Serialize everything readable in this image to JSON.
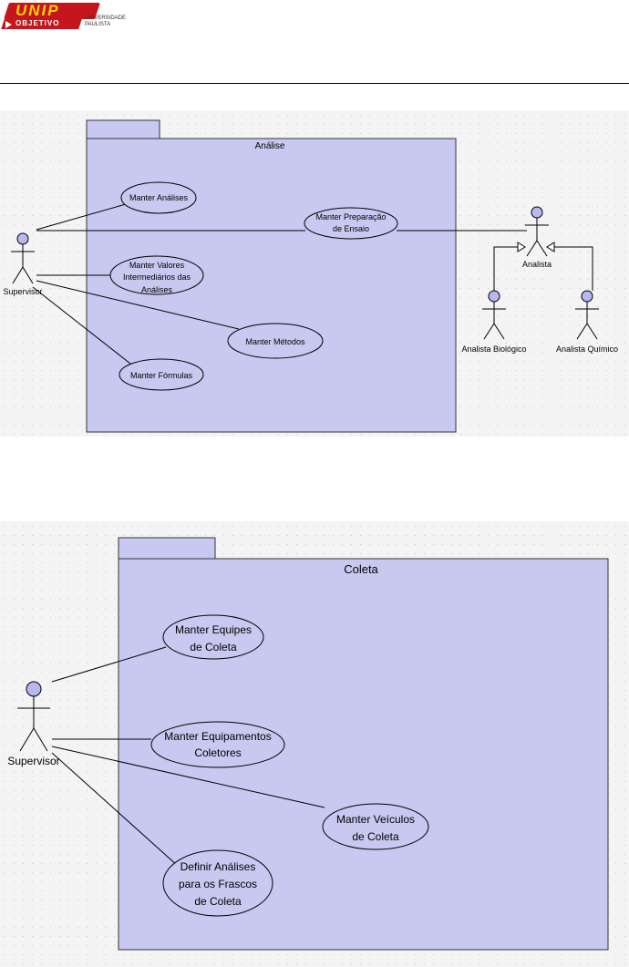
{
  "header": {
    "logo_main": "UNIP",
    "logo_bar": "OBJETIVO",
    "logo_sub_line1": "UNIVERSIDADE",
    "logo_sub_line2": "PAULISTA"
  },
  "diagram1": {
    "package_name": "Análise",
    "actors": {
      "supervisor": "Supervisor",
      "analista": "Analista",
      "analista_biologico": "Analista Biológico",
      "analista_quimico": "Analista Químico"
    },
    "use_cases": {
      "manter_analises": "Manter Análises",
      "manter_preparacao_l1": "Manter Preparação",
      "manter_preparacao_l2": "de Ensaio",
      "manter_valores_l1": "Manter Valores",
      "manter_valores_l2": "Intermediários das",
      "manter_valores_l3": "Análises",
      "manter_metodos": "Manter Métodos",
      "manter_formulas": "Manter Fórmulas"
    }
  },
  "diagram2": {
    "package_name": "Coleta",
    "actors": {
      "supervisor": "Supervisor"
    },
    "use_cases": {
      "equipes_l1": "Manter Equipes",
      "equipes_l2": "de Coleta",
      "equipamentos_l1": "Manter Equipamentos",
      "equipamentos_l2": "Coletores",
      "veiculos_l1": "Manter Veículos",
      "veiculos_l2": "de Coleta",
      "definir_l1": "Definir Análises",
      "definir_l2": "para os Frascos",
      "definir_l3": "de Coleta"
    }
  },
  "colors": {
    "package_fill": "#c8c8f0",
    "canvas_bg": "#f3f3f3",
    "ellipse_fill": "#c8c8f0",
    "actor_head": "#b8b8ec"
  }
}
